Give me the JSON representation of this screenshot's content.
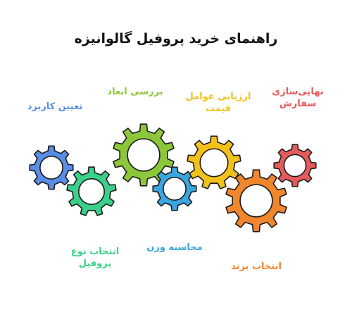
{
  "title": "راهنمای خرید پروفیل گالوانیزه",
  "steps": [
    {
      "label": "تعیین کاربرد",
      "color": "#5a8de6"
    },
    {
      "label": "انتخاب نوع\nپروفیل",
      "color": "#3bd08a"
    },
    {
      "label": "بررسی ابعاد",
      "color": "#8cc73a"
    },
    {
      "label": "محاسبه وزن",
      "color": "#3aa6dd"
    },
    {
      "label": "ارزیابی عوامل\nقیمت",
      "color": "#f2c21a"
    },
    {
      "label": "انتخاب برند",
      "color": "#f0862d"
    },
    {
      "label": "نهایی‌سازی\nسفارش",
      "color": "#e55b5b"
    }
  ]
}
